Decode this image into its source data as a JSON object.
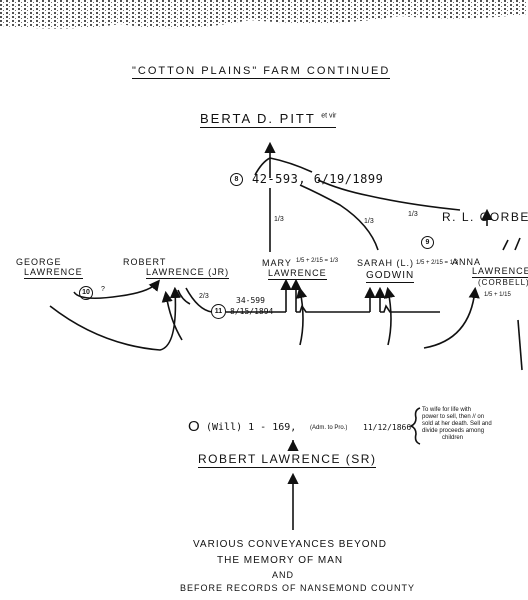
{
  "title": "\"Cotton Plains\" Farm Continued",
  "top_owner": {
    "name": "Berta D. Pitt",
    "suffix": "et vir"
  },
  "top_deed": {
    "marker": "8",
    "text": "42-593, 6/19/1899"
  },
  "fractions": {
    "mary_third": "1/3",
    "sarah_third": "1/3",
    "corbell_third": "1/3",
    "robert_jr": "2/3",
    "george_share": "?"
  },
  "rl_corbell": "R. L. Corbell",
  "corbell_marker": "9",
  "heirs": {
    "george": {
      "first": "George",
      "last": "Lawrence",
      "marker": "10"
    },
    "robert_jr": {
      "first": "Robert",
      "last": "Lawrence (Jr)"
    },
    "mary": {
      "first": "Mary",
      "last": "Lawrence",
      "shares": "1/5 + 2/15 = 1/3"
    },
    "sarah": {
      "first": "Sarah (L.)",
      "last": "Godwin",
      "shares": "1/5 + 2/15 = 1/3"
    },
    "anna": {
      "first": "Anna",
      "last": "Lawrence",
      "paren": "(Corbell)",
      "shares": "1/5 + 1/15"
    }
  },
  "deed_11": {
    "marker": "11",
    "book": "34-599",
    "date": "8/15/1894"
  },
  "will": {
    "marker": "O",
    "text": "(Will) 1 - 169,",
    "adm": "(Adm. to Pro.)",
    "date": "11/12/1866",
    "note": [
      "To wife for life with",
      "power to sell, then // on",
      "sold at her death. Sell and",
      "divide proceeds among",
      "children"
    ]
  },
  "robert_sr": "Robert Lawrence (Sr)",
  "origin_lines": [
    "Various Conveyances Beyond",
    "The Memory of Man",
    "and",
    "Before Records of Nansemond County"
  ]
}
